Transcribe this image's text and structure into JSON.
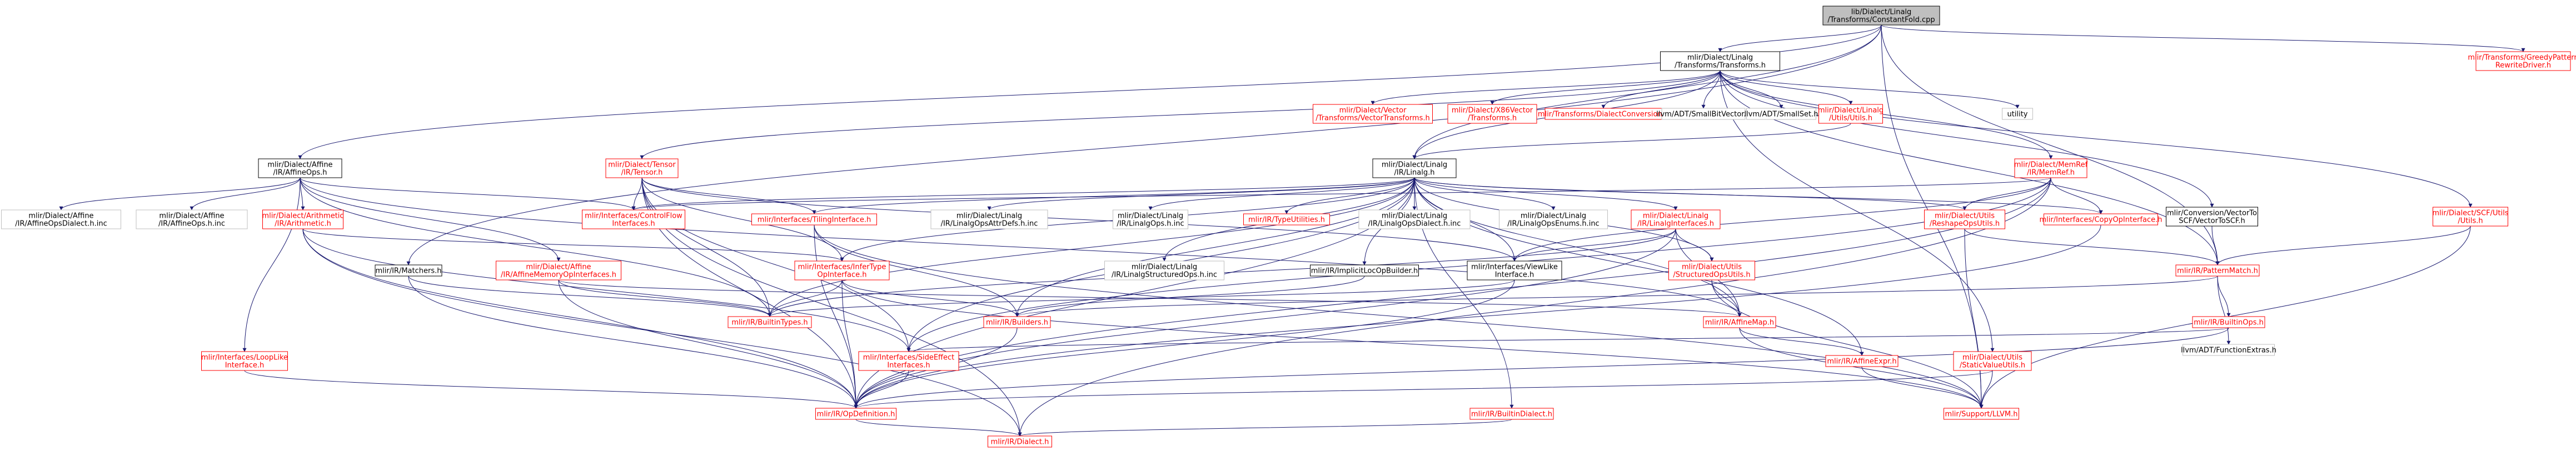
{
  "graph": {
    "type": "include-dependency-graph",
    "root": "root",
    "colors": {
      "root_fill": "#bfbfbf",
      "node_fill": "#ffffff",
      "node_border": "#000000",
      "undocumented_border": "#ff0000",
      "undocumented_text": "#ff0000",
      "edge": "#191970"
    },
    "nodes": [
      {
        "id": "root",
        "lines": [
          "lib/Dialect/Linalg",
          "/Transforms/ConstantFold.cpp"
        ],
        "style": "root"
      },
      {
        "id": "transforms_h",
        "lines": [
          "mlir/Dialect/Linalg",
          "/Transforms/Transforms.h"
        ],
        "style": "normal"
      },
      {
        "id": "greedy",
        "lines": [
          "mlir/Transforms/GreedyPattern",
          "RewriteDriver.h"
        ],
        "style": "red"
      },
      {
        "id": "affineops_h",
        "lines": [
          "mlir/Dialect/Affine",
          "/IR/AffineOps.h"
        ],
        "style": "normal"
      },
      {
        "id": "vector_transforms",
        "lines": [
          "mlir/Dialect/Vector",
          "/Transforms/VectorTransforms.h"
        ],
        "style": "red"
      },
      {
        "id": "x86_transforms",
        "lines": [
          "mlir/Dialect/X86Vector",
          "/Transforms.h"
        ],
        "style": "red"
      },
      {
        "id": "dialect_conversion",
        "lines": [
          "mlir/Transforms/DialectConversion.h"
        ],
        "style": "red"
      },
      {
        "id": "smallbitvector",
        "lines": [
          "llvm/ADT/SmallBitVector.h"
        ],
        "style": "gray"
      },
      {
        "id": "smallset",
        "lines": [
          "llvm/ADT/SmallSet.h"
        ],
        "style": "gray"
      },
      {
        "id": "linalg_utils",
        "lines": [
          "mlir/Dialect/Linalg",
          "/Utils/Utils.h"
        ],
        "style": "red"
      },
      {
        "id": "utility",
        "lines": [
          "utility"
        ],
        "style": "gray"
      },
      {
        "id": "tensor_h",
        "lines": [
          "mlir/Dialect/Tensor",
          "/IR/Tensor.h"
        ],
        "style": "red"
      },
      {
        "id": "linalg_h",
        "lines": [
          "mlir/Dialect/Linalg",
          "/IR/Linalg.h"
        ],
        "style": "normal"
      },
      {
        "id": "memref_h",
        "lines": [
          "mlir/Dialect/MemRef",
          "/IR/MemRef.h"
        ],
        "style": "red"
      },
      {
        "id": "vectortoscf",
        "lines": [
          "mlir/Conversion/VectorTo",
          "SCF/VectorToSCF.h"
        ],
        "style": "normal"
      },
      {
        "id": "scf_utils",
        "lines": [
          "mlir/Dialect/SCF/Utils",
          "/Utils.h"
        ],
        "style": "red"
      },
      {
        "id": "affineops_dialect_inc",
        "lines": [
          "mlir/Dialect/Affine",
          "/IR/AffineOpsDialect.h.inc"
        ],
        "style": "gray"
      },
      {
        "id": "affineops_h_inc",
        "lines": [
          "mlir/Dialect/Affine",
          "/IR/AffineOps.h.inc"
        ],
        "style": "gray"
      },
      {
        "id": "arith_h",
        "lines": [
          "mlir/Dialect/Arithmetic",
          "/IR/Arithmetic.h"
        ],
        "style": "red"
      },
      {
        "id": "controlflow",
        "lines": [
          "mlir/Interfaces/ControlFlow",
          "Interfaces.h"
        ],
        "style": "red"
      },
      {
        "id": "tiling",
        "lines": [
          "mlir/Interfaces/TilingInterface.h"
        ],
        "style": "red"
      },
      {
        "id": "linalg_attrdefs",
        "lines": [
          "mlir/Dialect/Linalg",
          "/IR/LinalgOpsAttrDefs.h.inc"
        ],
        "style": "gray"
      },
      {
        "id": "linalg_ops_inc",
        "lines": [
          "mlir/Dialect/Linalg",
          "/IR/LinalgOps.h.inc"
        ],
        "style": "gray"
      },
      {
        "id": "typeutilities",
        "lines": [
          "mlir/IR/TypeUtilities.h"
        ],
        "style": "red"
      },
      {
        "id": "linalg_dialect_inc",
        "lines": [
          "mlir/Dialect/Linalg",
          "/IR/LinalgOpsDialect.h.inc"
        ],
        "style": "gray"
      },
      {
        "id": "linalg_enums_inc",
        "lines": [
          "mlir/Dialect/Linalg",
          "/IR/LinalgOpsEnums.h.inc"
        ],
        "style": "gray"
      },
      {
        "id": "linalg_interfaces",
        "lines": [
          "mlir/Dialect/Linalg",
          "/IR/LinalgInterfaces.h"
        ],
        "style": "red"
      },
      {
        "id": "reshapeops",
        "lines": [
          "mlir/Dialect/Utils",
          "/ReshapeOpsUtils.h"
        ],
        "style": "red"
      },
      {
        "id": "copyopinterface",
        "lines": [
          "mlir/Interfaces/CopyOpInterface.h"
        ],
        "style": "red"
      },
      {
        "id": "matchers",
        "lines": [
          "mlir/IR/Matchers.h"
        ],
        "style": "normal"
      },
      {
        "id": "affine_memory",
        "lines": [
          "mlir/Dialect/Affine",
          "/IR/AffineMemoryOpInterfaces.h"
        ],
        "style": "red"
      },
      {
        "id": "infertype",
        "lines": [
          "mlir/Interfaces/InferType",
          "OpInterface.h"
        ],
        "style": "red"
      },
      {
        "id": "linalg_structured_inc",
        "lines": [
          "mlir/Dialect/Linalg",
          "/IR/LinalgStructuredOps.h.inc"
        ],
        "style": "gray"
      },
      {
        "id": "implicitloc",
        "lines": [
          "mlir/IR/ImplicitLocOpBuilder.h"
        ],
        "style": "normal"
      },
      {
        "id": "viewlike",
        "lines": [
          "mlir/Interfaces/ViewLike",
          "Interface.h"
        ],
        "style": "normal"
      },
      {
        "id": "structuredops",
        "lines": [
          "mlir/Dialect/Utils",
          "/StructuredOpsUtils.h"
        ],
        "style": "red"
      },
      {
        "id": "patternmatch",
        "lines": [
          "mlir/IR/PatternMatch.h"
        ],
        "style": "red"
      },
      {
        "id": "builtintypes",
        "lines": [
          "mlir/IR/BuiltinTypes.h"
        ],
        "style": "red"
      },
      {
        "id": "builders",
        "lines": [
          "mlir/IR/Builders.h"
        ],
        "style": "red"
      },
      {
        "id": "affinemap",
        "lines": [
          "mlir/IR/AffineMap.h"
        ],
        "style": "red"
      },
      {
        "id": "builtinops",
        "lines": [
          "mlir/IR/BuiltinOps.h"
        ],
        "style": "red"
      },
      {
        "id": "functionextras",
        "lines": [
          "llvm/ADT/FunctionExtras.h"
        ],
        "style": "gray"
      },
      {
        "id": "looplike",
        "lines": [
          "mlir/Interfaces/LoopLike",
          "Interface.h"
        ],
        "style": "red"
      },
      {
        "id": "sideeffect",
        "lines": [
          "mlir/Interfaces/SideEffect",
          "Interfaces.h"
        ],
        "style": "red"
      },
      {
        "id": "affineexpr",
        "lines": [
          "mlir/IR/AffineExpr.h"
        ],
        "style": "red"
      },
      {
        "id": "staticvalue",
        "lines": [
          "mlir/Dialect/Utils",
          "/StaticValueUtils.h"
        ],
        "style": "red"
      },
      {
        "id": "opdefinition",
        "lines": [
          "mlir/IR/OpDefinition.h"
        ],
        "style": "red"
      },
      {
        "id": "supportllvm",
        "lines": [
          "mlir/Support/LLVM.h"
        ],
        "style": "red"
      },
      {
        "id": "builtindialect",
        "lines": [
          "mlir/IR/BuiltinDialect.h"
        ],
        "style": "red"
      },
      {
        "id": "dialect_h",
        "lines": [
          "mlir/IR/Dialect.h"
        ],
        "style": "red"
      }
    ],
    "edges": [
      [
        "root",
        "transforms_h"
      ],
      [
        "root",
        "greedy"
      ],
      [
        "root",
        "affineops_h"
      ],
      [
        "root",
        "linalg_h"
      ],
      [
        "root",
        "matchers"
      ],
      [
        "root",
        "patternmatch"
      ],
      [
        "root",
        "supportllvm"
      ],
      [
        "transforms_h",
        "vector_transforms"
      ],
      [
        "transforms_h",
        "x86_transforms"
      ],
      [
        "transforms_h",
        "dialect_conversion"
      ],
      [
        "transforms_h",
        "smallbitvector"
      ],
      [
        "transforms_h",
        "smallset"
      ],
      [
        "transforms_h",
        "linalg_utils"
      ],
      [
        "transforms_h",
        "utility"
      ],
      [
        "transforms_h",
        "tensor_h"
      ],
      [
        "transforms_h",
        "linalg_h"
      ],
      [
        "transforms_h",
        "memref_h"
      ],
      [
        "transforms_h",
        "vectortoscf"
      ],
      [
        "transforms_h",
        "scf_utils"
      ],
      [
        "transforms_h",
        "patternmatch"
      ],
      [
        "transforms_h",
        "staticvalue"
      ],
      [
        "linalg_utils",
        "linalg_h"
      ],
      [
        "affineops_h",
        "affineops_dialect_inc"
      ],
      [
        "affineops_h",
        "affineops_h_inc"
      ],
      [
        "affineops_h",
        "arith_h"
      ],
      [
        "affineops_h",
        "affine_memory"
      ],
      [
        "affineops_h",
        "looplike"
      ],
      [
        "affineops_h",
        "builtintypes"
      ],
      [
        "affineops_h",
        "affinemap"
      ],
      [
        "affineops_h",
        "controlflow"
      ],
      [
        "arith_h",
        "infertype"
      ],
      [
        "arith_h",
        "sideeffect"
      ],
      [
        "arith_h",
        "opdefinition"
      ],
      [
        "arith_h",
        "dialect_h"
      ],
      [
        "tensor_h",
        "controlflow"
      ],
      [
        "tensor_h",
        "tiling"
      ],
      [
        "tensor_h",
        "infertype"
      ],
      [
        "tensor_h",
        "builtintypes"
      ],
      [
        "tensor_h",
        "opdefinition"
      ],
      [
        "tensor_h",
        "dialect_h"
      ],
      [
        "tensor_h",
        "viewlike"
      ],
      [
        "tensor_h",
        "sideeffect"
      ],
      [
        "linalg_h",
        "controlflow"
      ],
      [
        "linalg_h",
        "tiling"
      ],
      [
        "linalg_h",
        "linalg_attrdefs"
      ],
      [
        "linalg_h",
        "linalg_ops_inc"
      ],
      [
        "linalg_h",
        "typeutilities"
      ],
      [
        "linalg_h",
        "linalg_dialect_inc"
      ],
      [
        "linalg_h",
        "linalg_enums_inc"
      ],
      [
        "linalg_h",
        "linalg_interfaces"
      ],
      [
        "linalg_h",
        "reshapeops"
      ],
      [
        "linalg_h",
        "copyopinterface"
      ],
      [
        "linalg_h",
        "infertype"
      ],
      [
        "linalg_h",
        "linalg_structured_inc"
      ],
      [
        "linalg_h",
        "implicitloc"
      ],
      [
        "linalg_h",
        "viewlike"
      ],
      [
        "linalg_h",
        "structuredops"
      ],
      [
        "linalg_h",
        "builtintypes"
      ],
      [
        "linalg_h",
        "builders"
      ],
      [
        "linalg_h",
        "affinemap"
      ],
      [
        "linalg_h",
        "affineexpr"
      ],
      [
        "linalg_h",
        "sideeffect"
      ],
      [
        "linalg_h",
        "builtindialect"
      ],
      [
        "linalg_h",
        "opdefinition"
      ],
      [
        "memref_h",
        "reshapeops"
      ],
      [
        "memref_h",
        "copyopinterface"
      ],
      [
        "memref_h",
        "viewlike"
      ],
      [
        "memref_h",
        "controlflow"
      ],
      [
        "memref_h",
        "sideeffect"
      ],
      [
        "memref_h",
        "opdefinition"
      ],
      [
        "memref_h",
        "dialect_h"
      ],
      [
        "vectortoscf",
        "patternmatch"
      ],
      [
        "scf_utils",
        "patternmatch"
      ],
      [
        "scf_utils",
        "supportllvm"
      ],
      [
        "tiling",
        "builders"
      ],
      [
        "tiling",
        "opdefinition"
      ],
      [
        "tiling",
        "supportllvm"
      ],
      [
        "linalg_interfaces",
        "structuredops"
      ],
      [
        "linalg_interfaces",
        "builtintypes"
      ],
      [
        "linalg_interfaces",
        "affinemap"
      ],
      [
        "linalg_interfaces",
        "viewlike"
      ],
      [
        "linalg_interfaces",
        "opdefinition"
      ],
      [
        "reshapeops",
        "patternmatch"
      ],
      [
        "reshapeops",
        "supportllvm"
      ],
      [
        "copyopinterface",
        "opdefinition"
      ],
      [
        "matchers",
        "builtintypes"
      ],
      [
        "matchers",
        "opdefinition"
      ],
      [
        "affine_memory",
        "builtintypes"
      ],
      [
        "affine_memory",
        "opdefinition"
      ],
      [
        "affine_memory",
        "affinemap"
      ],
      [
        "infertype",
        "builtintypes"
      ],
      [
        "infertype",
        "opdefinition"
      ],
      [
        "infertype",
        "supportllvm"
      ],
      [
        "infertype",
        "builders"
      ],
      [
        "implicitloc",
        "builders"
      ],
      [
        "viewlike",
        "builtintypes"
      ],
      [
        "viewlike",
        "opdefinition"
      ],
      [
        "structuredops",
        "affinemap"
      ],
      [
        "structuredops",
        "supportllvm"
      ],
      [
        "patternmatch",
        "builtinops"
      ],
      [
        "patternmatch",
        "functionextras"
      ],
      [
        "patternmatch",
        "builders"
      ],
      [
        "builtinops",
        "sideeffect"
      ],
      [
        "builtinops",
        "opdefinition"
      ],
      [
        "builders",
        "opdefinition"
      ],
      [
        "affinemap",
        "affineexpr"
      ],
      [
        "affinemap",
        "supportllvm"
      ],
      [
        "looplike",
        "opdefinition"
      ],
      [
        "sideeffect",
        "opdefinition"
      ],
      [
        "affineexpr",
        "supportllvm"
      ],
      [
        "staticvalue",
        "opdefinition"
      ],
      [
        "staticvalue",
        "supportllvm"
      ],
      [
        "opdefinition",
        "dialect_h"
      ],
      [
        "builtindialect",
        "dialect_h"
      ]
    ]
  }
}
